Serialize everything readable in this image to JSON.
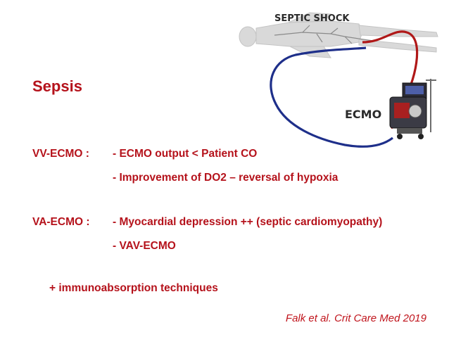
{
  "slide": {
    "title": "Sepsis",
    "vv": {
      "label": "VV-ECMO :",
      "items": [
        "- ECMO output < Patient CO",
        "- Improvement of DO2 – reversal of hypoxia"
      ]
    },
    "va": {
      "label": "VA-ECMO :",
      "items": [
        "- Myocardial depression ++ (septic cardiomyopathy)",
        "- VAV-ECMO"
      ]
    },
    "extra": "+ immunoabsorption techniques",
    "citation": "Falk et al. Crit Care Med 2019"
  },
  "illustration": {
    "label_top": "SEPTIC SHOCK",
    "label_device": "ECMO"
  },
  "colors": {
    "text_red": "#b5121b",
    "cannula_red": "#b01818",
    "cannula_blue": "#1e2f8a"
  }
}
